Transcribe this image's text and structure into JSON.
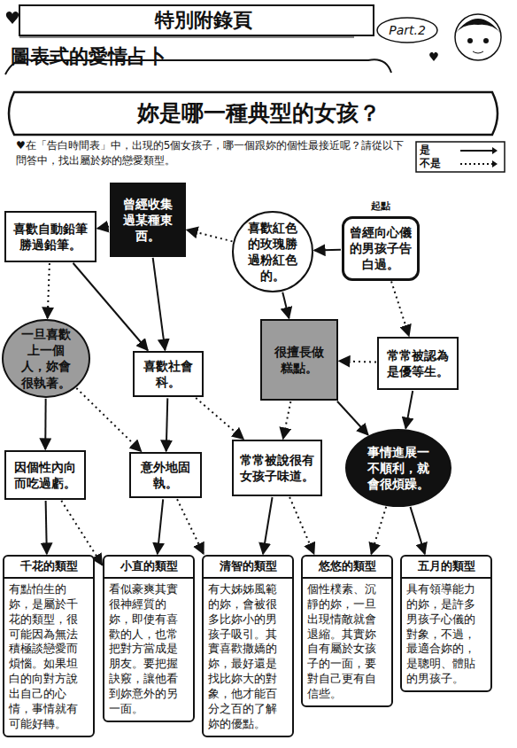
{
  "diagram": {
    "title": "妳是哪一種典型的女孩？",
    "nodes": [
      {
        "text": [
          "喜歡自動鉛筆勝過鉛筆。"
        ]
      },
      {
        "text": [
          "曾經收集過某種東西。"
        ]
      },
      {
        "text": [
          "喜歡紅色的玫瑰勝過粉紅色的。"
        ]
      },
      {
        "text": [
          "曾經向心儀的男孩子告白過。"
        ]
      },
      {
        "text": [
          "一旦喜歡上一個人，妳會很執著。"
        ]
      },
      {
        "text": [
          "喜歡社會科。"
        ]
      },
      {
        "text": [
          "很擅長做糕點。"
        ]
      },
      {
        "text": [
          "常常被認為是優等生。"
        ]
      },
      {
        "text": [
          "因個性內向而吃過虧。"
        ]
      },
      {
        "text": [
          "意外地固執。"
        ]
      },
      {
        "text": [
          "常常被說很有女孩子味道。"
        ]
      },
      {
        "text": [
          "事情進展一不順利，就會很煩躁。"
        ]
      },
      {
        "text": [
          "千花的類型",
          "有點怕生的妳，是屬於千花的類型，很可能因為無法積極談戀愛而煩惱。如果坦白的向對方說出自己的心情，事情就有可能好轉。"
        ]
      },
      {
        "text": [
          "小直的類型",
          "看似豪爽其實很神經質的妳，即使有喜歡的人，也常把對方當成是朋友。要把握訣竅，讓他看到妳意外的另一面。"
        ]
      },
      {
        "text": [
          "清智的類型",
          "有大姊姊風範的妳，會被很多比妳小的男孩子吸引。其實喜歡撒嬌的妳，最好還是找比妳大的對象，他才能百分之百的了解妳的優點。"
        ]
      },
      {
        "text": [
          "悠悠的類型",
          "個性樸素、沉靜的妳，一旦出現情敵就會退縮。其實妳自有屬於女孩子的一面，要對自己更有自信些。"
        ]
      },
      {
        "text": [
          "五月的類型",
          "具有領導能力的妳，是許多男孩子心儀的對象，不過，最適合妳的，是聰明、體貼的男孩子。"
        ]
      }
    ],
    "edges": [
      {
        "from": 3,
        "to": 2,
        "arrow": "to"
      },
      {
        "from": 3,
        "to": 7,
        "arrow": "to"
      },
      {
        "from": 2,
        "to": 1,
        "arrow": "to"
      },
      {
        "from": 2,
        "to": 6,
        "arrow": "to"
      },
      {
        "from": 1,
        "to": 0,
        "arrow": "to"
      },
      {
        "from": 1,
        "to": 5,
        "arrow": "to"
      },
      {
        "from": 0,
        "to": 5,
        "arrow": "to"
      },
      {
        "from": 0,
        "to": 4,
        "arrow": "to"
      },
      {
        "from": 4,
        "to": 8,
        "arrow": "to"
      },
      {
        "from": 4,
        "to": 9,
        "arrow": "to"
      },
      {
        "from": 5,
        "to": 9,
        "arrow": "to"
      },
      {
        "from": 5,
        "to": 10,
        "arrow": "to"
      },
      {
        "from": 6,
        "to": 10,
        "arrow": "to"
      },
      {
        "from": 6,
        "to": 11,
        "arrow": "to"
      },
      {
        "from": 7,
        "to": 11,
        "arrow": "to"
      },
      {
        "from": 7,
        "to": 6,
        "arrow": "to"
      },
      {
        "from": 8,
        "to": 12,
        "arrow": "to"
      },
      {
        "from": 8,
        "to": 13,
        "arrow": "to"
      },
      {
        "from": 9,
        "to": 13,
        "arrow": "to"
      },
      {
        "from": 9,
        "to": 14,
        "arrow": "to"
      },
      {
        "from": 10,
        "to": 14,
        "arrow": "to"
      },
      {
        "from": 10,
        "to": 15,
        "arrow": "to"
      },
      {
        "from": 11,
        "to": 16,
        "arrow": "to"
      },
      {
        "from": 11,
        "to": 15,
        "arrow": "to"
      }
    ],
    "labels": [
      "特別附錄頁",
      "Part.2",
      "圖表式的愛情占卜",
      "♥在「告白時間表」中，出現的5個女孩子，哪一個跟妳的個性最接近呢？請從以下問答中，找出屬於妳的戀愛類型。",
      "起點"
    ],
    "legend": [
      {
        "text": "是"
      },
      {
        "text": "不是"
      }
    ]
  }
}
